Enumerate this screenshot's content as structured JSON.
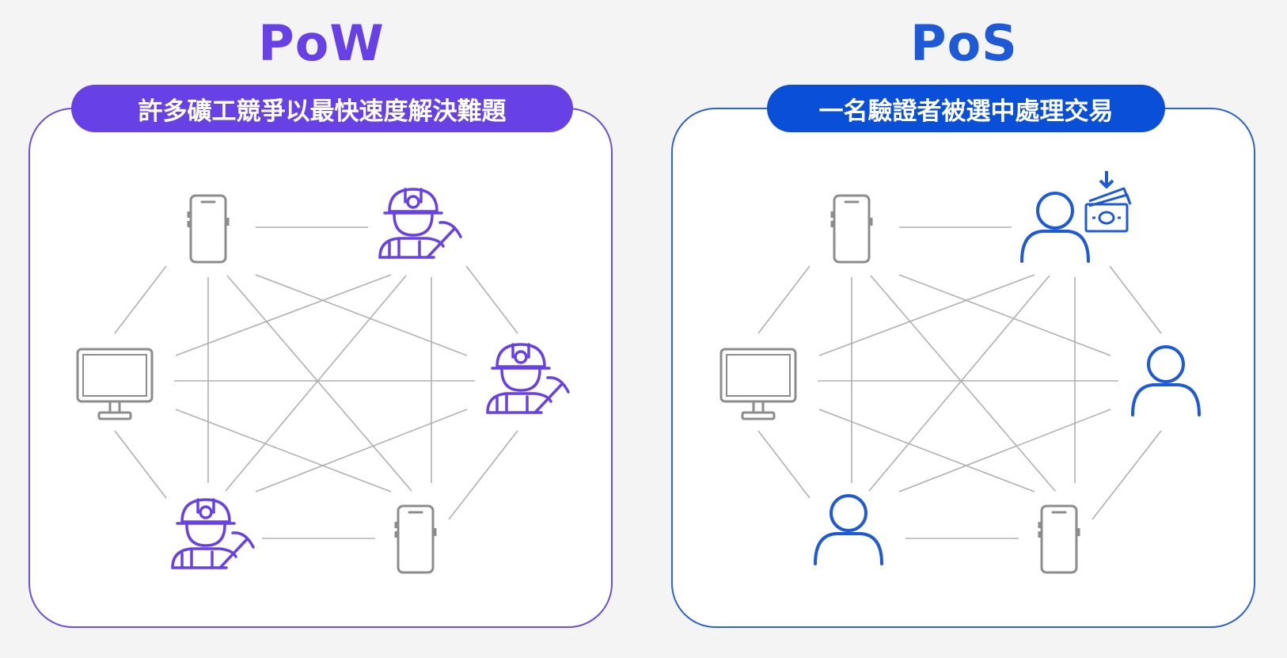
{
  "colors": {
    "pow_accent": "#6841e6",
    "pos_accent": "#1f5ad6",
    "device_gray": "#8c8c8c",
    "line_gray": "#b0b0b0"
  },
  "pow": {
    "title": "PoW",
    "caption": "許多礦工競爭以最快速度解決難題",
    "nodes": [
      "phone-icon",
      "miner-icon",
      "miner-icon",
      "phone-icon",
      "miner-icon",
      "desktop-monitor-icon"
    ]
  },
  "pos": {
    "title": "PoS",
    "caption": "一名驗證者被選中處理交易",
    "nodes": [
      "phone-icon",
      "validator-with-money-icon",
      "person-icon",
      "phone-icon",
      "person-icon",
      "desktop-monitor-icon"
    ]
  }
}
